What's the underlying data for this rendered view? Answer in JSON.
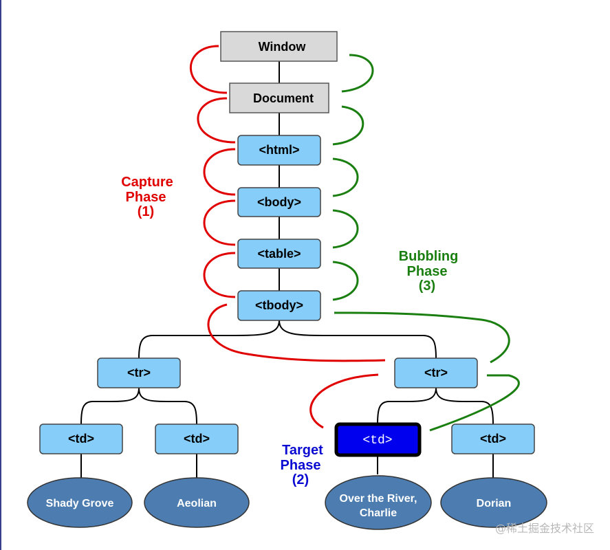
{
  "nodes": {
    "window": "Window",
    "document": "Document",
    "html": "<html>",
    "body": "<body>",
    "table": "<table>",
    "tbody": "<tbody>",
    "tr_left": "<tr>",
    "tr_right": "<tr>",
    "td_1": "<td>",
    "td_2": "<td>",
    "td_target": "<td>",
    "td_4": "<td>"
  },
  "leaves": {
    "shady_grove": "Shady Grove",
    "aeolian": "Aeolian",
    "over_the_river_1": "Over the River,",
    "over_the_river_2": "Charlie",
    "dorian": "Dorian"
  },
  "phases": {
    "capture": {
      "line1": "Capture",
      "line2": "Phase",
      "line3": "(1)"
    },
    "bubbling": {
      "line1": "Bubbling",
      "line2": "Phase",
      "line3": "(3)"
    },
    "target": {
      "line1": "Target",
      "line2": "Phase",
      "line3": "(2)"
    }
  },
  "watermark": "@稀土掘金技术社区",
  "colors": {
    "capture": "#e00000",
    "bubbling": "#1a7f10",
    "target": "#0a0ad2",
    "grey_box": "#d9d9d9",
    "blue_box": "#87cdf9",
    "leaf_fill": "#4d7db0",
    "target_fill": "#0000ee"
  }
}
